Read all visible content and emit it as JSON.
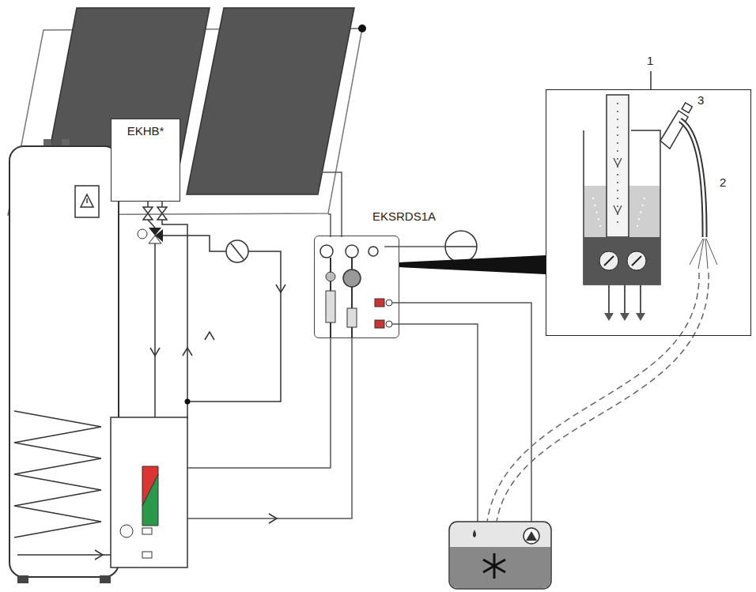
{
  "diagram": {
    "nodes": [
      {
        "text": [
          "EKHB*"
        ]
      },
      {
        "text": [
          "EKSRDS1A"
        ]
      },
      {
        "text": [
          "1"
        ]
      }
    ],
    "edges": [
      {
        "from": 1,
        "to": 2,
        "arrow": "none"
      }
    ],
    "labels": [
      "3",
      "2"
    ]
  }
}
